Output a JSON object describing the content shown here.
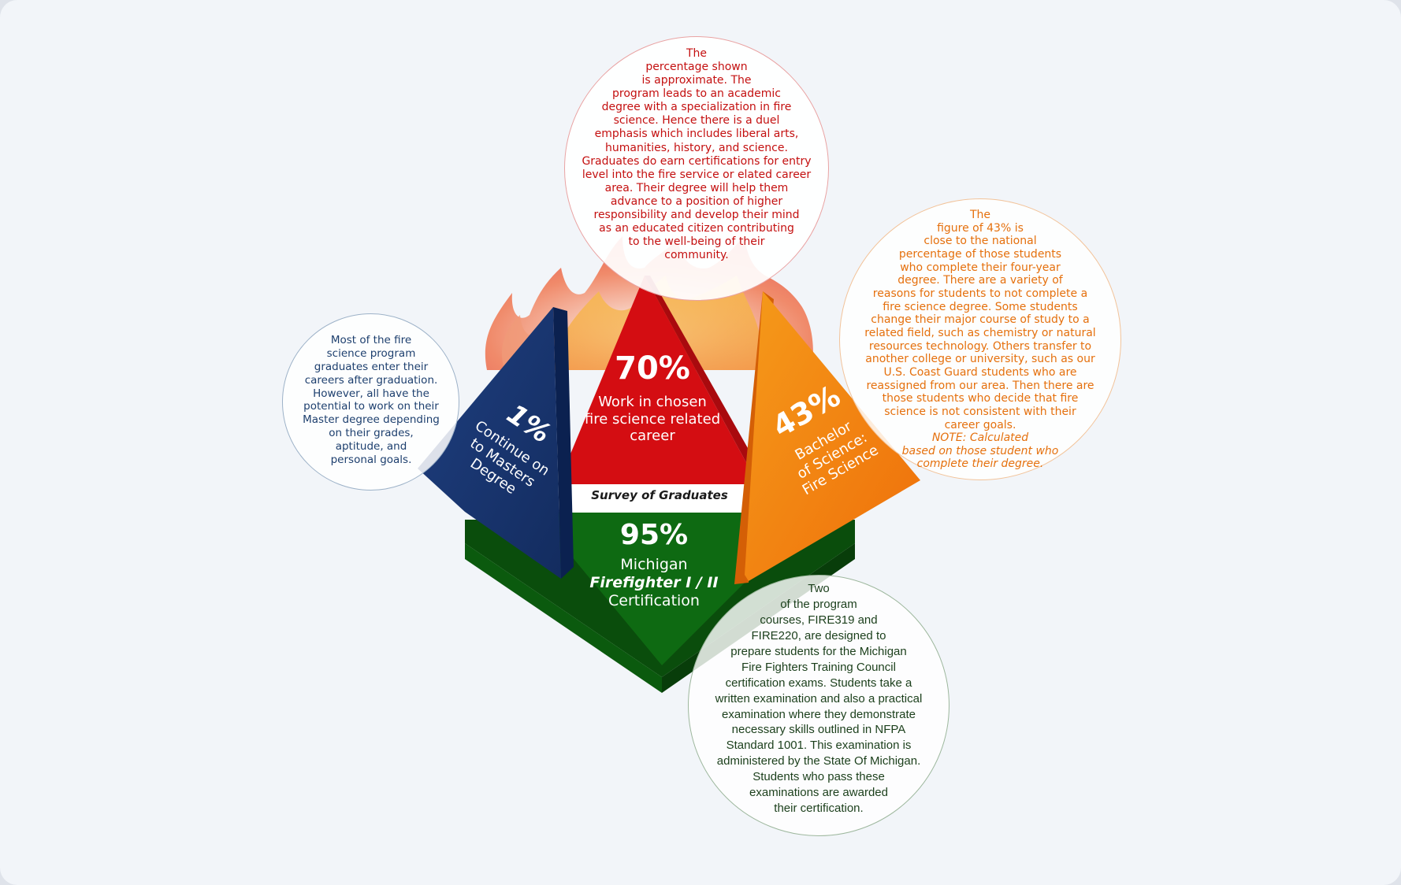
{
  "diagram": {
    "center_label": "Survey of Graduates",
    "segments": {
      "top": {
        "percent": "70%",
        "label_lines": [
          "Work in chosen",
          "fire science related",
          "career"
        ],
        "color": "#d40d12"
      },
      "left": {
        "percent": "1%",
        "label_lines": [
          "Continue on",
          "to Masters",
          "Degree"
        ],
        "color": "#1c3a78"
      },
      "right": {
        "percent": "43%",
        "label_lines": [
          "Bachelor",
          "of Science:",
          "Fire Science"
        ],
        "color": "#f37a0c"
      },
      "bottom": {
        "percent": "95%",
        "label_lines": [
          "Michigan",
          "Firefighter I / II",
          "Certification"
        ],
        "color": "#0e6a12"
      }
    },
    "callouts": {
      "top": {
        "color": "#c41010",
        "lines": [
          "The",
          "percentage shown",
          "is approximate. The",
          "program leads to an academic",
          "degree with a specialization in fire",
          "science. Hence there is a duel",
          "emphasis which includes liberal arts,",
          "humanities, history, and science.",
          "Graduates do earn certifications for entry",
          "level into the fire service or elated career",
          "area. Their degree will help them",
          "advance to  a position of higher",
          "responsibility and develop their mind",
          "as an educated citizen contributing",
          "to the well-being of their",
          "community."
        ]
      },
      "left": {
        "color": "#1d3f6e",
        "lines": [
          "Most of the fire",
          "science program",
          "graduates enter their",
          "careers after graduation.",
          "However, all have the",
          "potential to work on their",
          "Master degree depending",
          "on their grades,",
          "aptitude, and",
          "personal goals."
        ]
      },
      "right": {
        "color": "#e5700d",
        "lines": [
          "The",
          "figure of 43% is",
          "close to the national",
          "percentage of those students",
          "who complete their four-year",
          "degree. There are a variety of",
          "reasons for students to not complete a",
          "fire science degree. Some students",
          "change their major course of study to a",
          "related field, such as chemistry or natural",
          "resources technology.  Others transfer to",
          "another college or university, such as our",
          "U.S. Coast Guard students who are",
          "reassigned from our area. Then there are",
          "those students who decide that fire",
          "science is not consistent with their",
          "career goals."
        ],
        "note_lines": [
          "NOTE: Calculated",
          "based on those student who",
          "complete their degree."
        ]
      },
      "bottom": {
        "color": "#1b3f1b",
        "lines": [
          "Two",
          "of the program",
          "courses, FIRE319 and",
          "FIRE220, are designed to",
          "prepare students for the Michigan",
          "Fire Fighters Training Council",
          "certification exams. Students take a",
          "written examination and also a practical",
          "examination where they demonstrate",
          "necessary skills outlined in NFPA",
          "Standard 1001. This examination is",
          "administered by the State Of Michigan.",
          "Students who pass these",
          "examinations are awarded",
          "their certification."
        ]
      }
    }
  }
}
